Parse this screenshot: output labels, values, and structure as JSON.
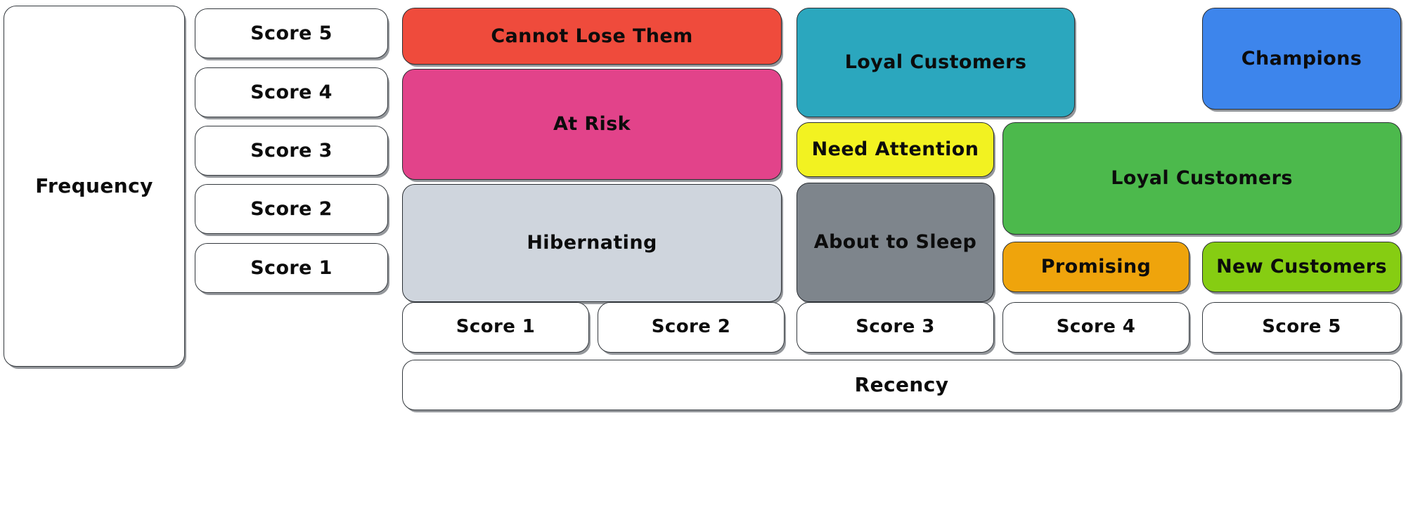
{
  "diagram": {
    "title_axes": {
      "frequency": "Frequency",
      "recency": "Recency"
    },
    "frequency_scores": [
      {
        "label": "Score 5"
      },
      {
        "label": "Score 4"
      },
      {
        "label": "Score 3"
      },
      {
        "label": "Score 2"
      },
      {
        "label": "Score 1"
      }
    ],
    "recency_scores": [
      {
        "label": "Score 1"
      },
      {
        "label": "Score 2"
      },
      {
        "label": "Score 3"
      },
      {
        "label": "Score 4"
      },
      {
        "label": "Score 5"
      }
    ],
    "segments": [
      {
        "name": "Cannot Lose Them",
        "color": "#ef4b3c"
      },
      {
        "name": "At Risk",
        "color": "#e2438a"
      },
      {
        "name": "Hibernating",
        "color": "#cfd5dd"
      },
      {
        "name": "Loyal Customers",
        "color": "#2ba7be"
      },
      {
        "name": "Need Attention",
        "color": "#f2f221"
      },
      {
        "name": "About to Sleep",
        "color": "#7e858c"
      },
      {
        "name": "Champions",
        "color": "#3d85ec"
      },
      {
        "name": "Loyal Customers",
        "color": "#4cb94c"
      },
      {
        "name": "Promising",
        "color": "#efa40c"
      },
      {
        "name": "New Customers",
        "color": "#86cd12"
      }
    ],
    "colors": {
      "background": "#ffffff",
      "outline": "#2b2f33",
      "text": "#0c0c0c"
    }
  }
}
